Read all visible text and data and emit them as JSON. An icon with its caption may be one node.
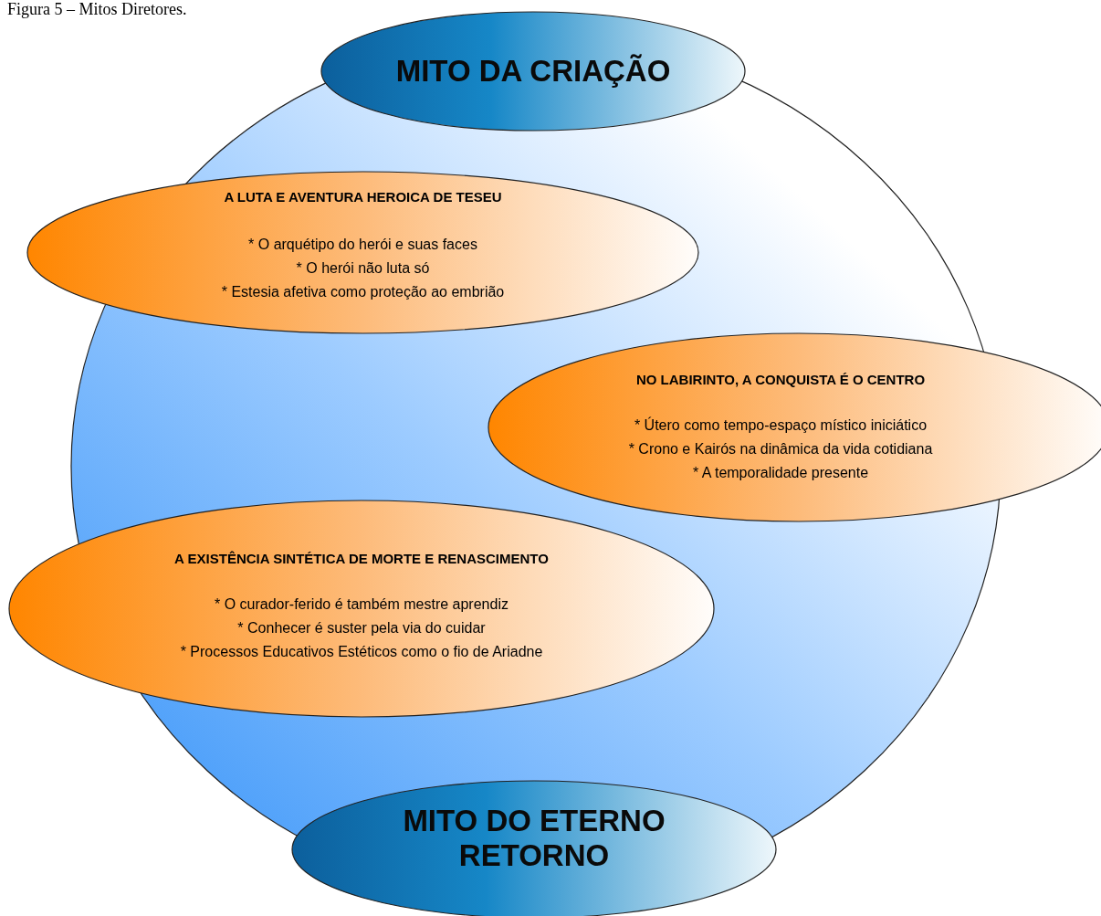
{
  "diagram": {
    "title": "Figura 5 – Mitos Diretores.",
    "nodes": [
      {
        "text": [],
        "shape": "circle"
      },
      {
        "text": [
          "MITO DA CRIAÇÃO"
        ]
      },
      {
        "text": [
          "A LUTA E AVENTURA HEROICA DE TESEU",
          "* O arquétipo do herói e suas faces",
          "* O herói não luta só",
          "* Estesia afetiva como proteção ao embrião"
        ]
      },
      {
        "text": [
          "NO LABIRINTO, A CONQUISTA É O CENTRO",
          "* Útero como tempo-espaço místico iniciático",
          "* Crono e Kairós na dinâmica da vida cotidiana",
          "* A temporalidade presente"
        ]
      },
      {
        "text": [
          "A EXISTÊNCIA SINTÉTICA DE MORTE E RENASCIMENTO",
          "* O curador-ferido é também mestre aprendiz",
          "* Conhecer é suster pela via do cuidar",
          "* Processos Educativos Estéticos como o fio de Ariadne"
        ]
      },
      {
        "text": [
          "MITO DO ETERNO RETORNO"
        ]
      }
    ],
    "edges": []
  }
}
